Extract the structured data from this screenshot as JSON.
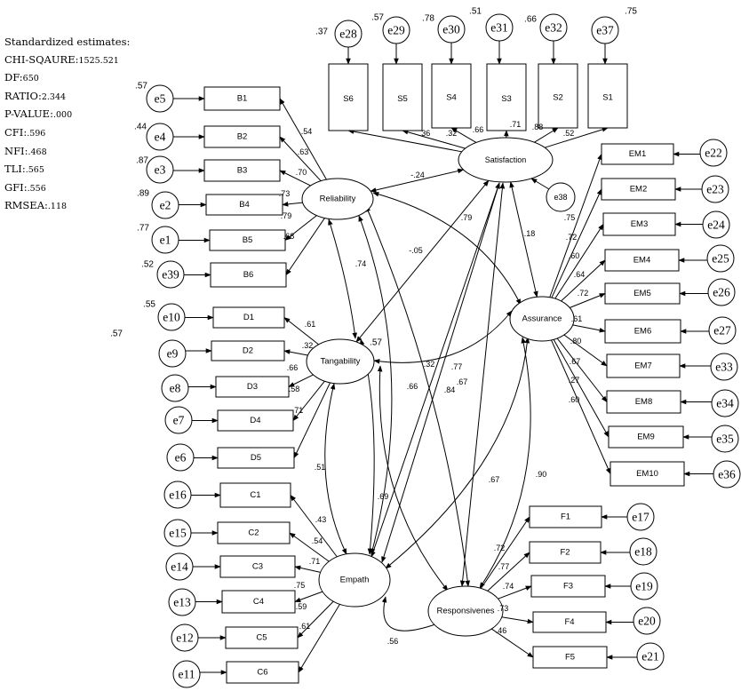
{
  "stats": {
    "heading": "Standardized estimates:",
    "rows": [
      {
        "label": "CHI-SQAURE:",
        "value": "1525.521"
      },
      {
        "label": "DF:",
        "value": "650"
      },
      {
        "label": "RATIO:",
        "value": "2.344"
      },
      {
        "label": "P-VALUE:",
        "value": ".000"
      },
      {
        "label": "CFI:",
        "value": ".596"
      },
      {
        "label": "NFI:",
        "value": ".468"
      },
      {
        "label": "TLI:",
        "value": ".565"
      },
      {
        "label": "GFI:",
        "value": ".556"
      },
      {
        "label": "RMSEA:",
        "value": ".118"
      }
    ]
  },
  "latents": {
    "reliability": "Reliability",
    "tangability": "Tangability",
    "empath": "Empath",
    "responsivenes": "Responsivenes",
    "assurance": "Assurance",
    "satisfaction": "Satisfaction"
  },
  "stray": {
    "r2_tang": ".57",
    "left": ".57",
    "e38": "e38"
  },
  "satisfaction": {
    "indicators": [
      {
        "name": "S6",
        "err": "e28",
        "r2": ".37",
        "load": ""
      },
      {
        "name": "S5",
        "err": "e29",
        "r2": ".57",
        "load": ".36"
      },
      {
        "name": "S4",
        "err": "e30",
        "r2": ".78",
        "load": ".32"
      },
      {
        "name": "S3",
        "err": "e31",
        "r2": ".51",
        "load": ".66"
      },
      {
        "name": "S2",
        "err": "e32",
        "r2": ".66",
        "load": ".71"
      },
      {
        "name": "S1",
        "err": "e37",
        "r2": ".75",
        "load": ".88"
      }
    ],
    "extra_load": ".52"
  },
  "reliability": {
    "indicators": [
      {
        "name": "B1",
        "err": "e5",
        "r2": ".57",
        "load": ".54"
      },
      {
        "name": "B2",
        "err": "e4",
        "r2": ".44",
        "load": ".63"
      },
      {
        "name": "B3",
        "err": "e3",
        "r2": ".87",
        "load": ".70"
      },
      {
        "name": "B4",
        "err": "e2",
        "r2": ".89",
        "load": ".73"
      },
      {
        "name": "B5",
        "err": "e1",
        "r2": ".77",
        "load": ".79"
      },
      {
        "name": "B6",
        "err": "e39",
        "r2": ".52",
        "load": ".68"
      }
    ]
  },
  "tangability": {
    "indicators": [
      {
        "name": "D1",
        "err": "e10",
        "r2": ".55",
        "load": ".61"
      },
      {
        "name": "D2",
        "err": "e9",
        "r2": "",
        "load": ".32"
      },
      {
        "name": "D3",
        "err": "e8",
        "r2": "",
        "load": ".66"
      },
      {
        "name": "D4",
        "err": "e7",
        "r2": "",
        "load": ".58"
      },
      {
        "name": "D5",
        "err": "e6",
        "r2": "",
        "load": ".71"
      }
    ]
  },
  "empath": {
    "indicators": [
      {
        "name": "C1",
        "err": "e16",
        "load": ".43"
      },
      {
        "name": "C2",
        "err": "e15",
        "load": ".54"
      },
      {
        "name": "C3",
        "err": "e14",
        "load": ".71"
      },
      {
        "name": "C4",
        "err": "e13",
        "load": ".75"
      },
      {
        "name": "C5",
        "err": "e12",
        "load": ".59"
      },
      {
        "name": "C6",
        "err": "e11",
        "load": ".61"
      }
    ]
  },
  "assurance": {
    "indicators": [
      {
        "name": "EM1",
        "err": "e22",
        "load": ".75"
      },
      {
        "name": "EM2",
        "err": "e23",
        "load": ".72"
      },
      {
        "name": "EM3",
        "err": "e24",
        "load": ".60"
      },
      {
        "name": "EM4",
        "err": "e25",
        "load": ".64"
      },
      {
        "name": "EM5",
        "err": "e26",
        "load": ".72"
      },
      {
        "name": "EM6",
        "err": "e27",
        "load": ".61"
      },
      {
        "name": "EM7",
        "err": "e33",
        "load": ".80"
      },
      {
        "name": "EM8",
        "err": "e34",
        "load": ".67"
      },
      {
        "name": "EM9",
        "err": "e35",
        "load": ".27"
      },
      {
        "name": "EM10",
        "err": "e36",
        "load": ".60"
      }
    ]
  },
  "responsivenes": {
    "indicators": [
      {
        "name": "F1",
        "err": "e17",
        "load": ".72"
      },
      {
        "name": "F2",
        "err": "e18",
        "load": ".77"
      },
      {
        "name": "F3",
        "err": "e19",
        "load": ".74"
      },
      {
        "name": "F4",
        "err": "e20",
        "load": ".73"
      },
      {
        "name": "F5",
        "err": "e21",
        "load": ".46"
      }
    ]
  },
  "paths": {
    "rel_sat": "-.24",
    "rel_tang": ".74",
    "rel_ass": "-.05",
    "tang_sat": ".79",
    "ass_sat": ".18",
    "tang_ass": ".32",
    "tang_emp": ".51",
    "tang_resp": ".66",
    "rel_emp": ".84",
    "rel_resp": ".77",
    "emp_sat": ".67",
    "emp_ass": ".67",
    "resp_sat": ".69",
    "resp_ass": ".90",
    "emp_resp": ".56"
  }
}
